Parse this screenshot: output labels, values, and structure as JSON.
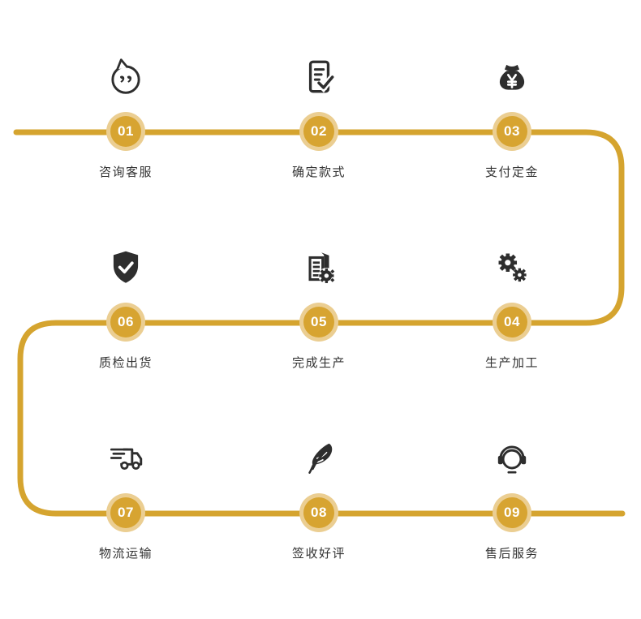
{
  "diagram_title": "order-process-flow",
  "colors": {
    "line_gold": "#d5a42f",
    "badge_inner_gold": "#d7a431",
    "badge_ring_gold": "#ebce92",
    "icon_dark": "#2e2e2e",
    "label_text": "#333333",
    "background": "#ffffff"
  },
  "steps": [
    {
      "num": "01",
      "label": "咨询客服",
      "icon": "chat-bubble-icon"
    },
    {
      "num": "02",
      "label": "确定款式",
      "icon": "document-check-icon"
    },
    {
      "num": "03",
      "label": "支付定金",
      "icon": "money-bag-icon"
    },
    {
      "num": "04",
      "label": "生产加工",
      "icon": "gears-icon"
    },
    {
      "num": "05",
      "label": "完成生产",
      "icon": "factory-gear-icon"
    },
    {
      "num": "06",
      "label": "质检出货",
      "icon": "shield-check-icon"
    },
    {
      "num": "07",
      "label": "物流运输",
      "icon": "delivery-truck-icon"
    },
    {
      "num": "08",
      "label": "签收好评",
      "icon": "quill-feather-icon"
    },
    {
      "num": "09",
      "label": "售后服务",
      "icon": "headset-icon"
    }
  ]
}
